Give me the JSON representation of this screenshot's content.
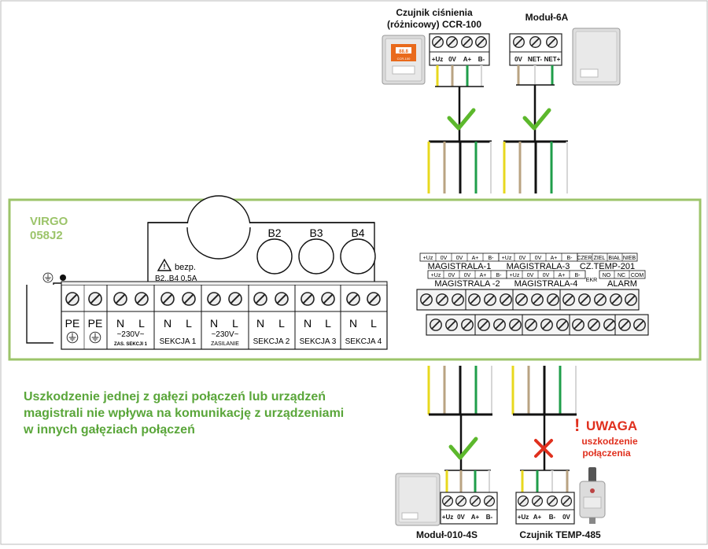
{
  "controller": {
    "brand": "VIRGO",
    "model": "058J2",
    "fuse_label": "bezp.",
    "fuse_value": "B2..B4 0,5A",
    "buttons": [
      "B2",
      "B3",
      "B4"
    ],
    "terminals": [
      "PE",
      "PE",
      "N",
      "L",
      "N",
      "L",
      "N",
      "L",
      "N",
      "L",
      "N",
      "L",
      "N",
      "L"
    ],
    "voltage_main": "~230V~",
    "zas_sekcji": "ZAS. SEKCJI 1",
    "voltage_supply": "~230V~",
    "zasilanie": "ZASILANIE",
    "groups": [
      "SEKCJA 1",
      "SEKCJA 2",
      "SEKCJA 3",
      "SEKCJA 4"
    ]
  },
  "bus": {
    "pins_4": [
      "+Uz",
      "0V",
      "0V",
      "A+",
      "B-"
    ],
    "top_labels": [
      "MAGISTRALA-1",
      "MAGISTRALA-3",
      "CZ.TEMP-201"
    ],
    "bottom_labels": [
      "MAGISTRALA -2",
      "MAGISTRALA-4",
      "ALARM"
    ],
    "cz_pins": [
      "CZER",
      "ZIEL",
      "BIAŁ",
      "NIEB"
    ],
    "alarm_pins": [
      "NO",
      "NC",
      "COM"
    ],
    "ekr": "EKR"
  },
  "devices": {
    "ccr_title_1": "Czujnik ciśnienia",
    "ccr_title_2": "(różnicowy) CCR-100",
    "ccr_pins": [
      "+Uz",
      "0V",
      "A+",
      "B-"
    ],
    "modul6a_title": "Moduł-6A",
    "modul6a_pins": [
      "0V",
      "NET-",
      "NET+"
    ],
    "modul010_title": "Moduł-010-4S",
    "modul010_pins": [
      "+Uz",
      "0V",
      "A+",
      "B-"
    ],
    "temp485_title": "Czujnik TEMP-485",
    "temp485_pins": [
      "+Uz",
      "A+",
      "B-",
      "0V"
    ]
  },
  "note": {
    "line1": "Uszkodzenie jednej z gałęzi połączeń lub urządzeń",
    "line2": "magistrali nie wpływa na komunikację z urządzeniami",
    "line3": "w innych gałęziach połączeń"
  },
  "warning": {
    "mark": "!",
    "title": "UWAGA",
    "line1": "uszkodzenie",
    "line2": "połączenia"
  },
  "colors": {
    "frame_green": "#9cc46a",
    "text_green": "#5aa63a",
    "check_green": "#5cb82c",
    "cross_red": "#e0301e",
    "wire_yellow": "#e8d81e",
    "wire_tan": "#b9a382",
    "wire_green": "#1f9e4a",
    "wire_black": "#111111"
  }
}
